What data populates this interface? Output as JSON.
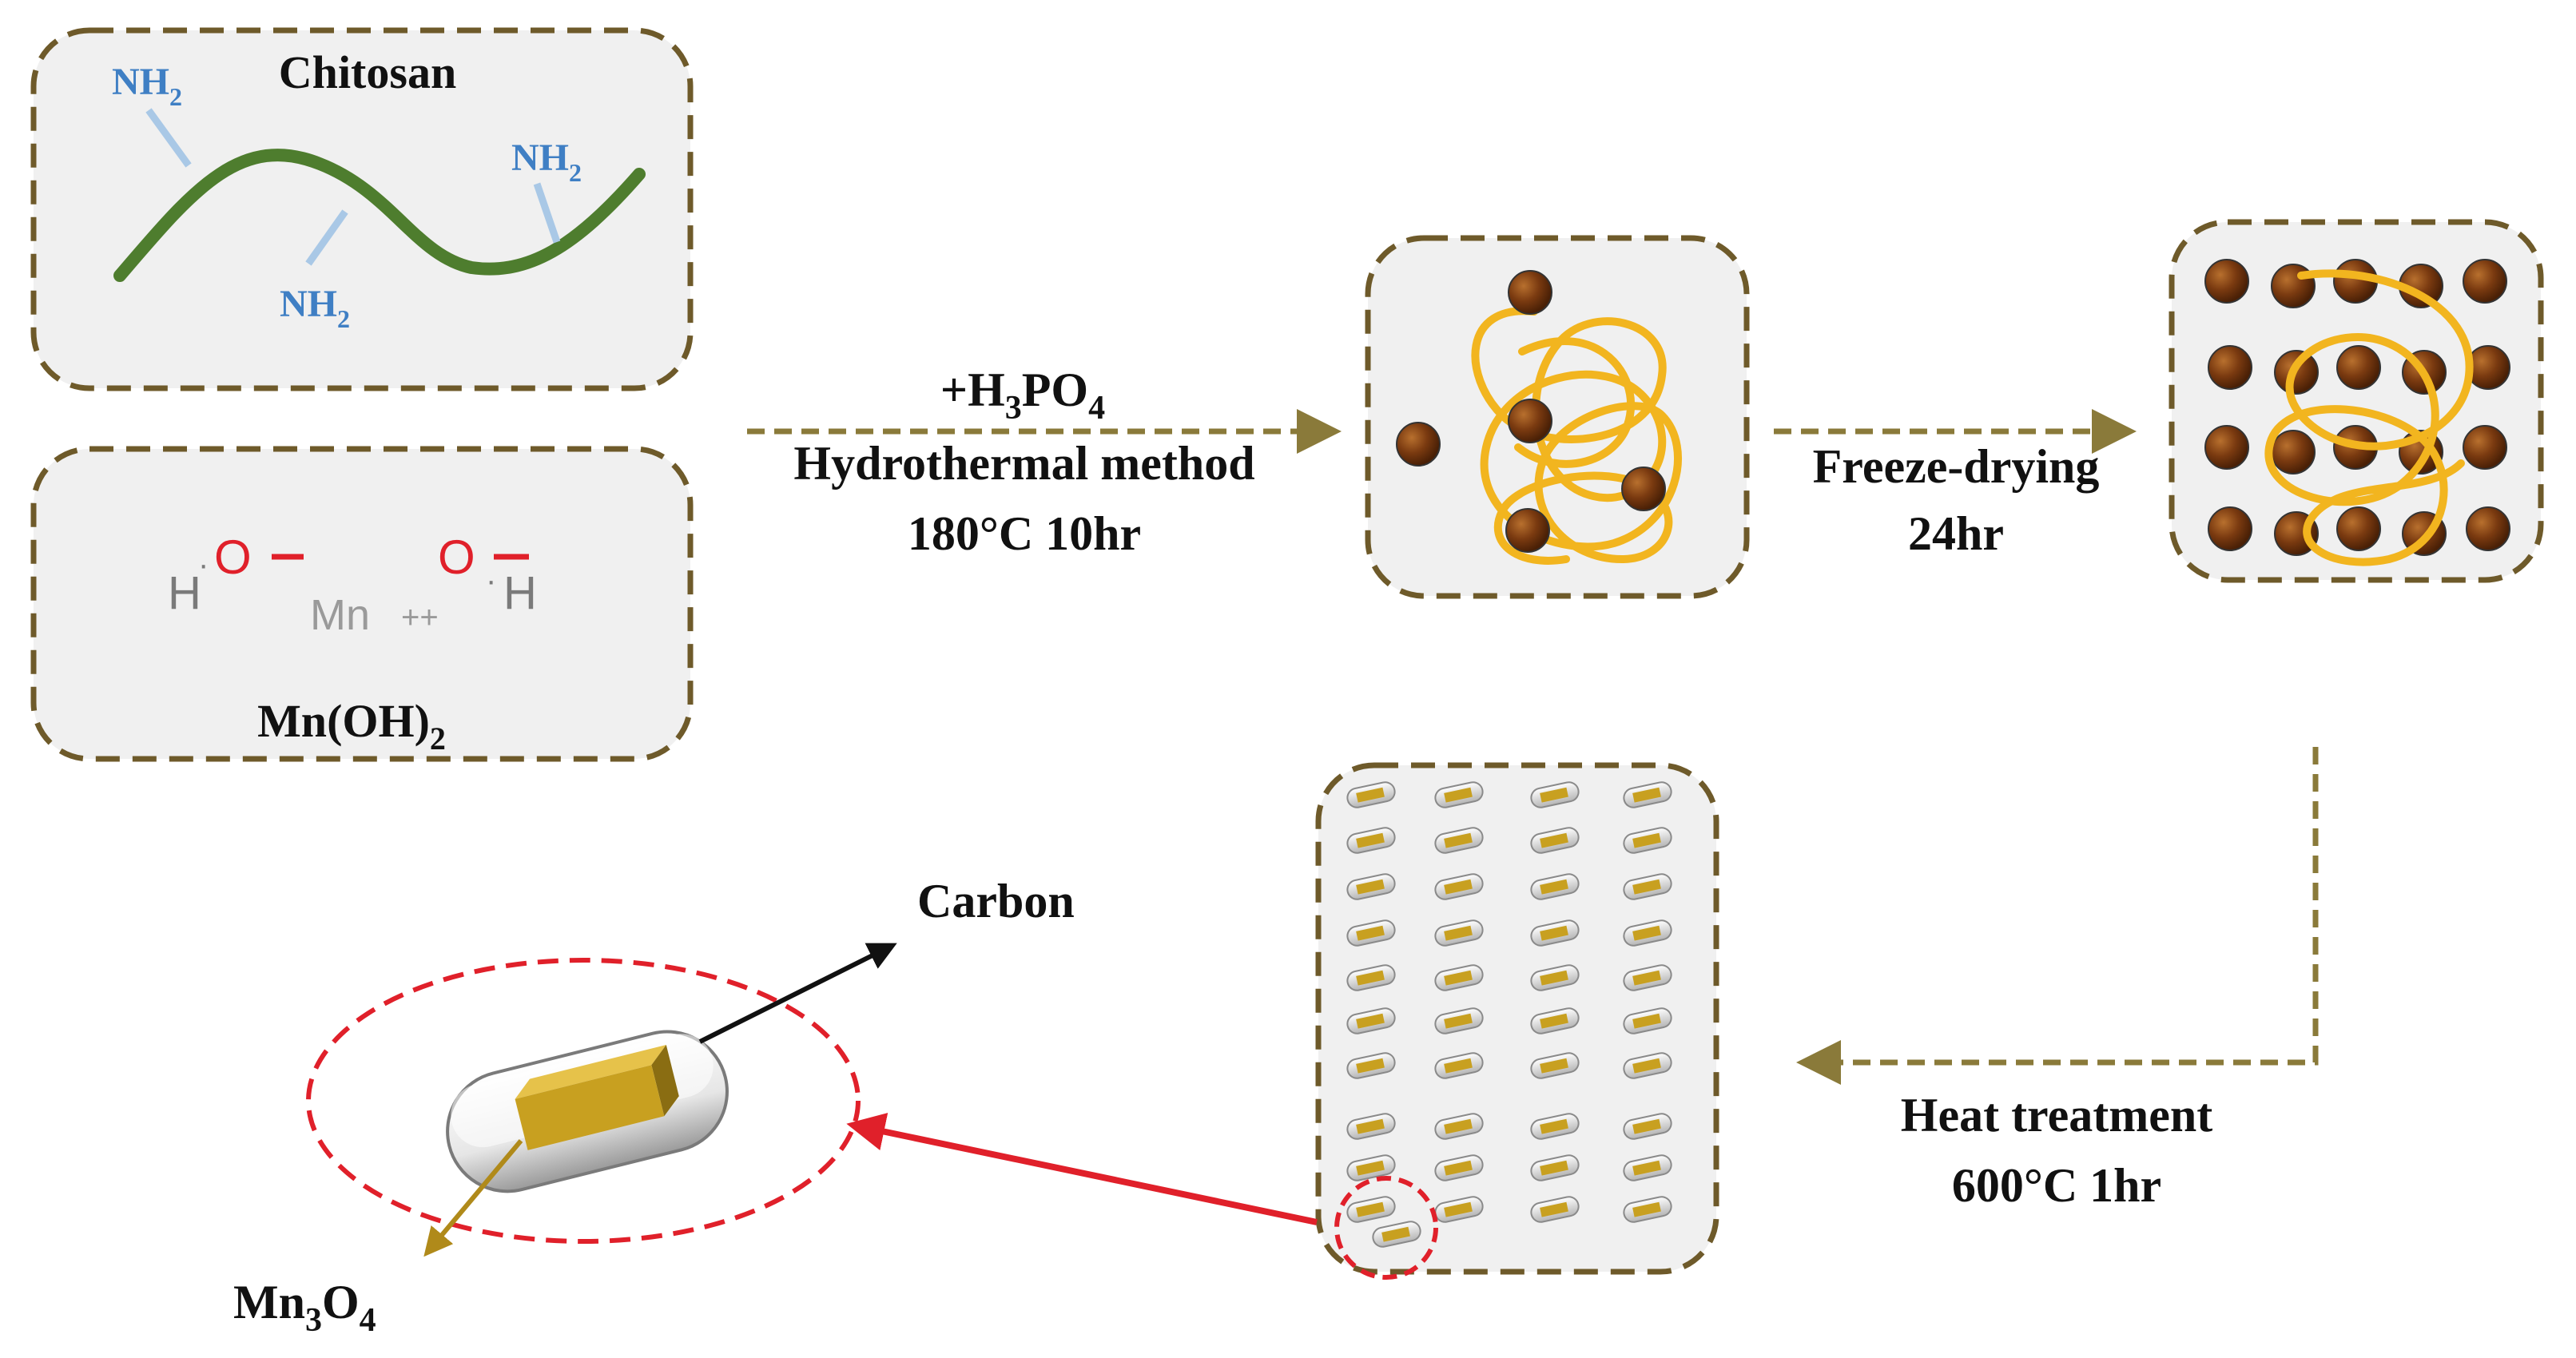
{
  "chitosan": {
    "title": "Chitosan",
    "amine_groups": [
      "NH",
      "NH",
      "NH"
    ],
    "amine_subscript": "2"
  },
  "mn_hydroxide": {
    "label_main": "Mn(OH)",
    "label_sub": "2",
    "atoms": {
      "h_left": "H",
      "o_left": "O",
      "mn": "Mn",
      "charge": "++",
      "o_right": "O",
      "h_right": "H",
      "dot": "·"
    }
  },
  "step1": {
    "reagent_prefix": "+H",
    "reagent_sub1": "3",
    "reagent_mid": "PO",
    "reagent_sub2": "4",
    "method": "Hydrothermal method",
    "conditions": "180°C 10hr"
  },
  "step2": {
    "method": "Freeze-drying",
    "time": "24hr"
  },
  "step3": {
    "method": "Heat treatment",
    "conditions": "600°C 1hr"
  },
  "product": {
    "carbon_label": "Carbon",
    "oxide_prefix": "Mn",
    "oxide_sub1": "3",
    "oxide_mid": "O",
    "oxide_sub2": "4"
  },
  "colors": {
    "box_border": "#6e5a2a",
    "box_fill": "#f0f0f0",
    "arrow": "#8a7a3a",
    "chain": "#4e7d2e",
    "amine": "#3f7fc4",
    "amine_bond": "#a9c8e6",
    "oxygen": "#e0202a",
    "particle": "#7a3a10",
    "polymer": "#f2b51f",
    "rod_core": "#c8a020",
    "highlight": "#e0202a"
  }
}
